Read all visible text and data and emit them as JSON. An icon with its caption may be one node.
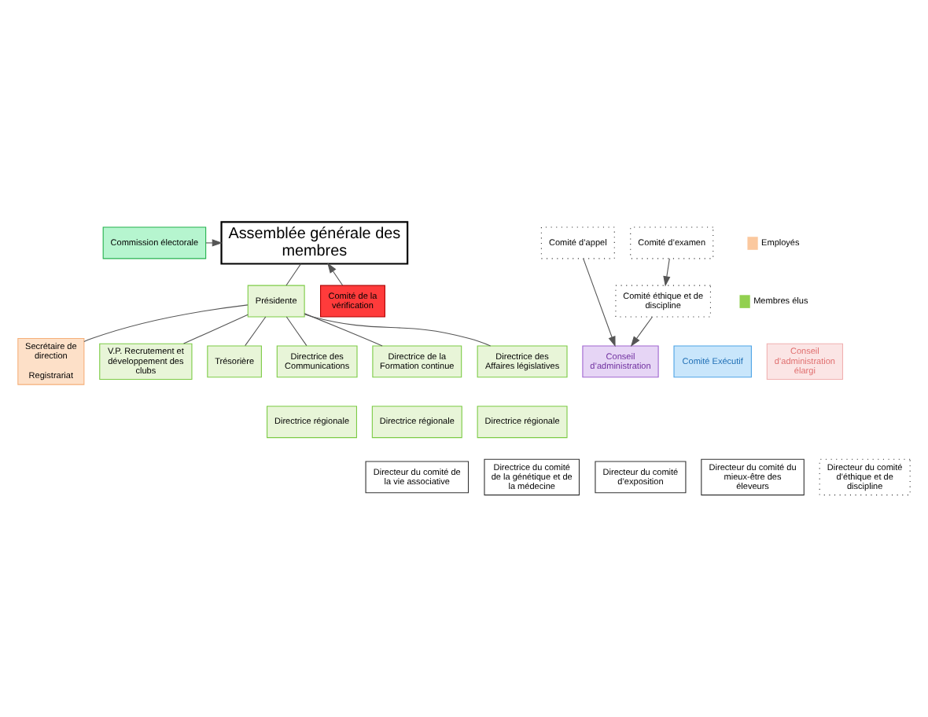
{
  "diagram": {
    "nodes": [
      {
        "text": [
          "Assemblée générale des membres"
        ]
      },
      {
        "text": [
          "Comité d’appel"
        ]
      },
      {
        "text": [
          "Comité éthique et de discipline"
        ]
      },
      {
        "text": [
          "Comité d’examen"
        ]
      },
      {
        "text": [
          "Commission électorale"
        ]
      },
      {
        "text": [
          "Comité de la vérification"
        ]
      },
      {
        "text": [
          "Présidente"
        ]
      },
      {
        "text": [
          "Comité Exécutif"
        ]
      },
      {
        "text": [
          "Conseil d’administration"
        ]
      },
      {
        "text": [
          "Conseil d’administration élargi"
        ]
      },
      {
        "text": [
          "Secrétaire de direction",
          "Registrariat"
        ]
      },
      {
        "text": [
          "V.P. Recrutement et développement des clubs"
        ]
      },
      {
        "text": [
          "Trésorière"
        ]
      },
      {
        "text": [
          "Directrice des Communications"
        ]
      },
      {
        "text": [
          "Directrice de la Formation continue"
        ]
      },
      {
        "text": [
          "Directrice des Affaires législatives"
        ]
      },
      {
        "text": [
          "Directrice régionale"
        ]
      },
      {
        "text": [
          "Directrice régionale"
        ]
      },
      {
        "text": [
          "Directrice régionale"
        ]
      },
      {
        "text": [
          "Directrice du comité de la génétique et de la médecine"
        ]
      },
      {
        "text": [
          "Directeur du comité d’exposition"
        ]
      },
      {
        "text": [
          "Directeur du comité de la vie associative"
        ]
      },
      {
        "text": [
          "Directeur du comité du mieux-être des éleveurs"
        ]
      },
      {
        "text": [
          "Directeur du comité d’éthique et de discipline"
        ]
      }
    ],
    "edges": [
      {
        "from": 1,
        "to": 8,
        "arrow": "to"
      },
      {
        "from": 2,
        "to": 8,
        "arrow": "to"
      },
      {
        "from": 3,
        "to": 2,
        "arrow": "to"
      },
      {
        "from": 4,
        "to": 0,
        "arrow": "to"
      },
      {
        "from": 5,
        "to": 0,
        "arrow": "to"
      },
      {
        "from": 0,
        "to": 6,
        "arrow": "none"
      },
      {
        "from": 6,
        "to": 10,
        "arrow": "none"
      },
      {
        "from": 6,
        "to": 11,
        "arrow": "none"
      },
      {
        "from": 6,
        "to": 12,
        "arrow": "none"
      },
      {
        "from": 6,
        "to": 13,
        "arrow": "none"
      },
      {
        "from": 6,
        "to": 14,
        "arrow": "none"
      },
      {
        "from": 6,
        "to": 15,
        "arrow": "none"
      }
    ],
    "legend": [
      {
        "text": "Employés",
        "color": "#fbc89e"
      },
      {
        "text": "Membres élus",
        "color": "#92d050"
      }
    ]
  }
}
